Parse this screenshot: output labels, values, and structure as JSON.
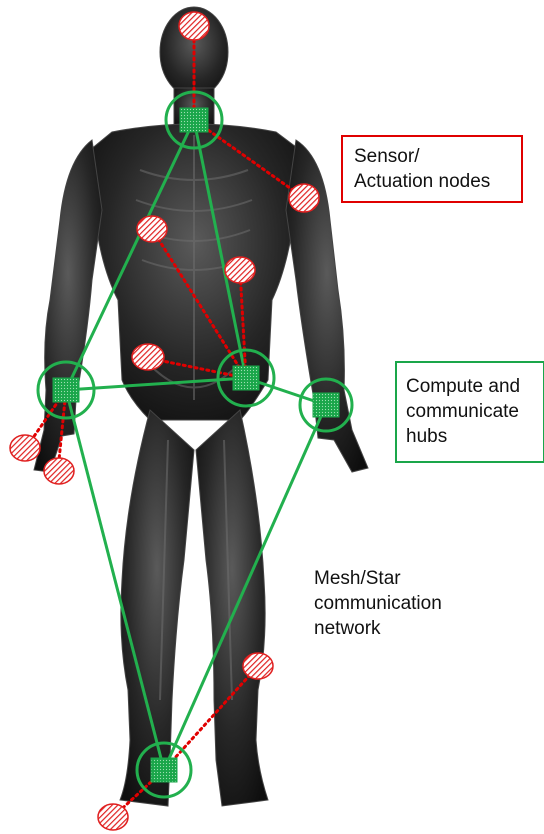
{
  "labels": {
    "sensor_nodes": "Sensor/\nActuation nodes",
    "hubs": "Compute and\ncommunicate\nhubs",
    "network": "Mesh/Star\ncommunication\nnetwork"
  },
  "colors": {
    "sensor": "#e02020",
    "hub": "#1aa64a",
    "body": "#2a2a2a",
    "sensor_box_border": "#e00000",
    "hub_box_border": "#1aa64a",
    "hub_link": "#22b04e",
    "sensor_link": "#e00000"
  }
}
